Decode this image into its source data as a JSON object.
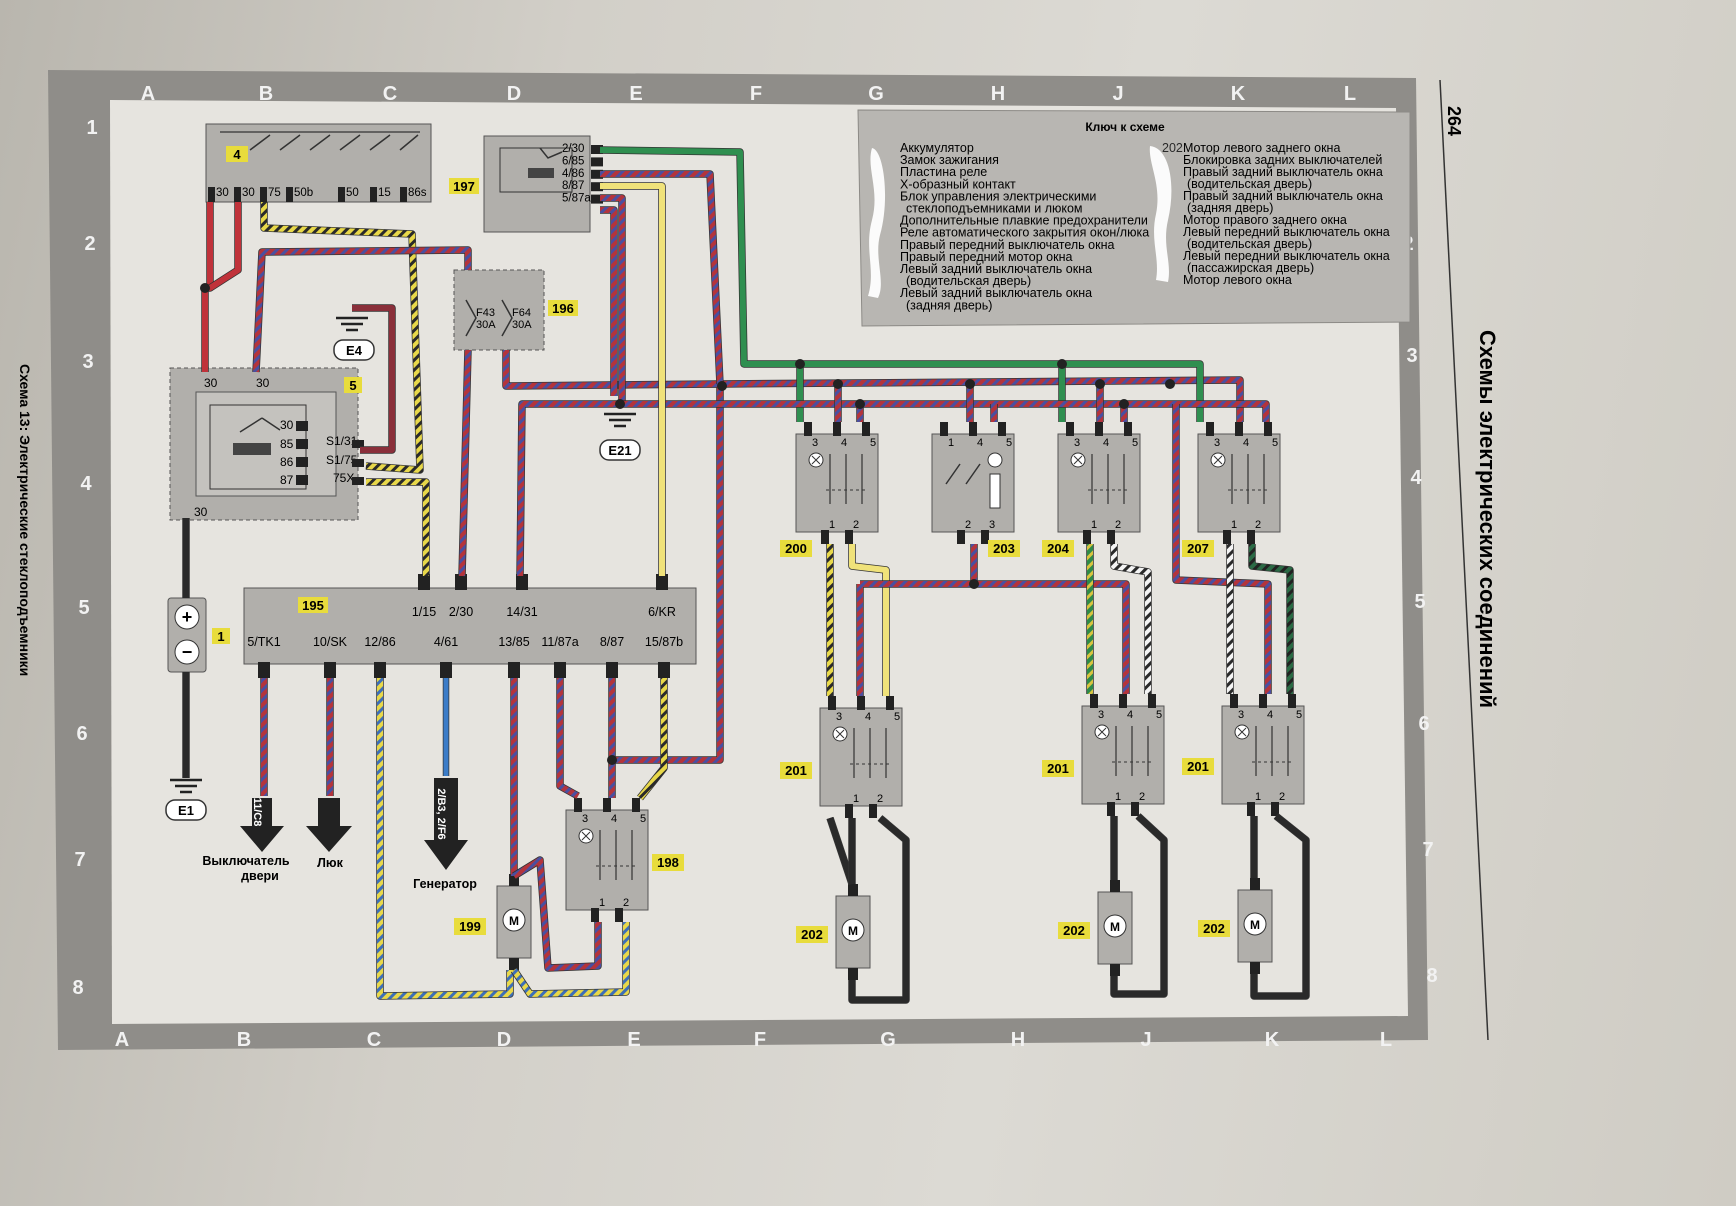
{
  "page_number": "264",
  "section_title": "Схемы электрических соединений",
  "schema_title": "Схема 13: Электрические стеклоподъемники",
  "grid": {
    "columns": [
      "A",
      "B",
      "C",
      "D",
      "E",
      "F",
      "G",
      "H",
      "J",
      "K",
      "L"
    ],
    "rows": [
      "1",
      "2",
      "3",
      "4",
      "5",
      "6",
      "7",
      "8"
    ]
  },
  "key": {
    "title": "Ключ к схеме",
    "left": [
      "Аккумулятор",
      "Замок зажигания",
      "Пластина реле",
      "Х-образный контакт",
      "Блок управления электрическими",
      "стеклоподъемниками и люком",
      "Дополнительные плавкие предохранители",
      "Реле автоматического закрытия окон/люка",
      "Правый передний выключатель окна",
      "Правый передний мотор окна",
      "Левый задний выключатель окна",
      "(водительская дверь)",
      "Левый задний выключатель окна",
      "(задняя дверь)"
    ],
    "right": [
      "Мотор левого заднего окна",
      "Блокировка задних выключателей",
      "Правый задний выключатель окна",
      "(водительская дверь)",
      "Правый задний выключатель окна",
      "(задняя дверь)",
      "Мотор правого заднего окна",
      "Левый передний выключатель окна",
      "(водительская дверь)",
      "Левый передний выключатель окна",
      "(пассажирская дверь)",
      "Мотор левого окна"
    ],
    "right_numbers": [
      "202"
    ]
  },
  "components": {
    "c4": "4",
    "c197": "197",
    "c196": "196",
    "c5": "5",
    "c1": "1",
    "c195": "195",
    "c200": "200",
    "c203": "203",
    "c204": "204",
    "c207": "207",
    "c201a": "201",
    "c201b": "201",
    "c201c": "201",
    "c198": "198",
    "c199": "199",
    "c202a": "202",
    "c202b": "202",
    "c202c": "202"
  },
  "grounds": {
    "e1": "E1",
    "e4": "E4",
    "e21": "E21"
  },
  "pins": {
    "ign": [
      "30",
      "30",
      "75",
      "50b",
      "50",
      "15",
      "86s"
    ],
    "relay197": [
      "2/30",
      "6/85",
      "4/86",
      "8/87",
      "5/87a"
    ],
    "fuse196": [
      "F43",
      "30A",
      "F64",
      "30A"
    ],
    "relay5_top": [
      "30",
      "30"
    ],
    "relay5_inner": [
      "30",
      "85",
      "86",
      "87"
    ],
    "relay5_side": [
      "S1/31",
      "S1/75",
      "75X"
    ],
    "relay5_bottom": "30",
    "ctrl_top": [
      "1/15",
      "2/30",
      "14/31",
      "6/KR"
    ],
    "ctrl_bottom": [
      "5/TK1",
      "10/SK",
      "12/86",
      "4/61",
      "13/85",
      "11/87a",
      "8/87",
      "15/87b"
    ],
    "sw_top": [
      "3",
      "4",
      "5"
    ],
    "sw_bot": [
      "1",
      "2"
    ],
    "sw203_top": [
      "1",
      "4",
      "5"
    ],
    "sw203_bot": [
      "2",
      "3"
    ],
    "motor_letter": "M"
  },
  "arrows": {
    "door_pin": "11/C8",
    "door_label1": "Выключатель",
    "door_label2": "двери",
    "sunroof_label": "Люк",
    "gen_pin": "2/B3, 2/F6",
    "gen_label": "Генератор"
  },
  "battery": {
    "plus": "+",
    "minus": "−"
  }
}
